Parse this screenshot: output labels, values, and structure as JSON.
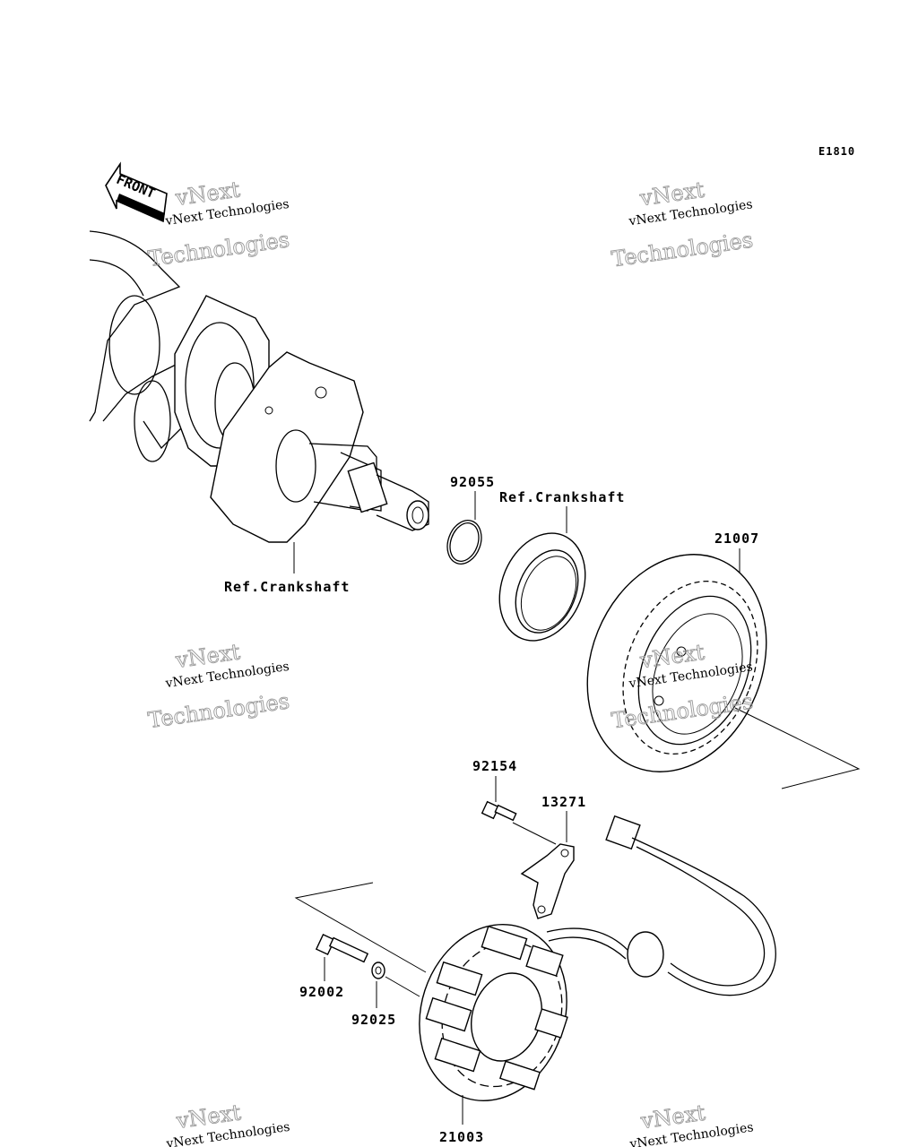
{
  "diagram": {
    "code": "E1810",
    "front_label": "FRONT",
    "watermark_line1": "vNext Technologies",
    "watermark_line2": "vNext",
    "watermark_line3": "Technologies",
    "labels": {
      "ref_crankshaft_left": "Ref.Crankshaft",
      "ref_crankshaft_right": "Ref.Crankshaft",
      "p92055": "92055",
      "p21007": "21007",
      "p92154": "92154",
      "p13271": "13271",
      "p92002": "92002",
      "p92025": "92025",
      "p21003": "21003"
    }
  }
}
